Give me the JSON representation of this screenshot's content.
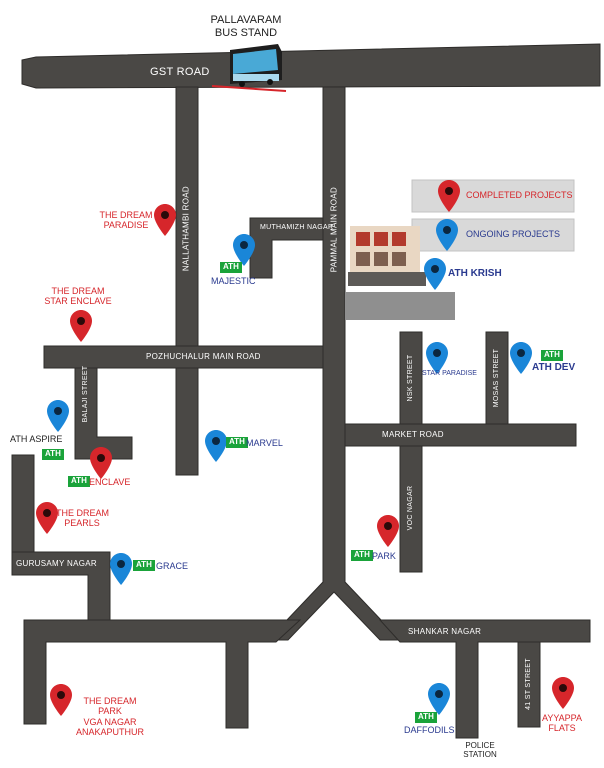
{
  "title": {
    "line1": "PALLAVARAM",
    "line2": "BUS STAND"
  },
  "roads": {
    "gst": "GST ROAD",
    "nallathambi": "NALLATHAMBI ROAD",
    "pammal": "PAMMAL MAIN ROAD",
    "muthamizh": "MUTHAMIZH NAGAR",
    "pozhuchalur": "POZHUCHALUR MAIN ROAD",
    "balaji": "BALAJI STREET",
    "market": "MARKET ROAD",
    "nsk": "NSK STREET",
    "mosas": "MOSAS STREET",
    "voc": "VOC NAGAR",
    "gurusamy": "GURUSAMY NAGAR",
    "shankar": "SHANKAR NAGAR",
    "st41": "41 ST STREET"
  },
  "legend": {
    "completed": "COMPLETED PROJECTS",
    "ongoing": "ONGOING PROJECTS"
  },
  "places": {
    "dream_paradise": {
      "line1": "THE DREAM",
      "line2": "PARADISE"
    },
    "dream_star": {
      "line1": "THE DREAM",
      "line2": "STAR ENCLAVE"
    },
    "majestic": {
      "badge": "ATH",
      "name": "MAJESTIC"
    },
    "krish": {
      "name": "ATH  KRISH"
    },
    "star_paradise": {
      "name": "STAR PARADISE"
    },
    "dev": {
      "badge": "ATH",
      "name": "ATH  DEV"
    },
    "aspire": {
      "name": "ATH  ASPIRE",
      "badge": "ATH"
    },
    "marvel": {
      "badge": "ATH",
      "name": "MARVEL"
    },
    "enclave": {
      "badge": "ATH",
      "name": "ENCLAVE"
    },
    "dream_pearls": {
      "line1": "THE DREAM",
      "line2": "PEARLS"
    },
    "grace": {
      "badge": "ATH",
      "name": "GRACE"
    },
    "park": {
      "badge": "ATH",
      "name": "PARK"
    },
    "dream_park": {
      "line1": "THE DREAM",
      "line2": "PARK",
      "line3": "VGA NAGAR",
      "line4": "ANAKAPUTHUR"
    },
    "daffodils": {
      "badge": "ATH",
      "name": "DAFFODILS"
    },
    "police": {
      "line1": "POLICE",
      "line2": "STATION"
    },
    "ayyappa": {
      "line1": "AYYAPPA",
      "line2": "FLATS"
    }
  },
  "colors": {
    "road": "#4a4845",
    "road_edge": "#2e2c2a",
    "completed_pin": "#d6262b",
    "ongoing_pin": "#1a86d8",
    "badge": "#1aa33a",
    "label_red": "#d6262b",
    "label_blue": "#2a3a8f"
  }
}
